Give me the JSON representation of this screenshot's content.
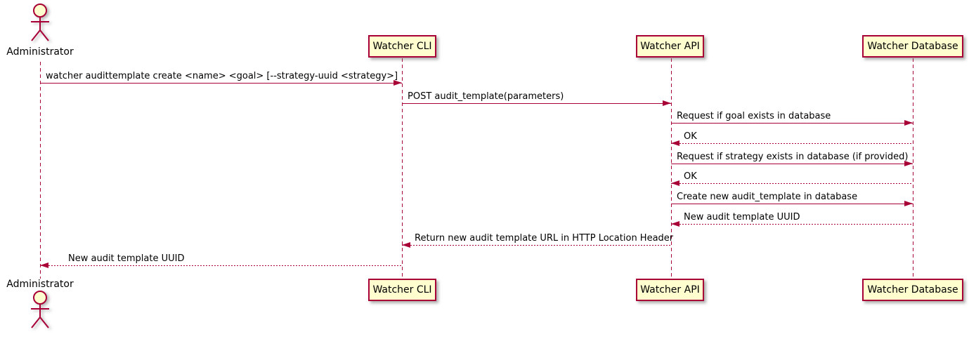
{
  "diagram": {
    "kind": "sequence-diagram",
    "colors": {
      "participant_fill": "#FEFECE",
      "participant_border": "#A80036",
      "line_color": "#A80036",
      "text_color": "#000000"
    },
    "actor": {
      "name": "Administrator"
    },
    "participants": [
      {
        "name": "Watcher CLI"
      },
      {
        "name": "Watcher API"
      },
      {
        "name": "Watcher Database"
      }
    ],
    "messages": [
      {
        "from": "Administrator",
        "to": "Watcher CLI",
        "style": "solid",
        "text": "watcher audittemplate create <name> <goal> [--strategy-uuid <strategy>]"
      },
      {
        "from": "Watcher CLI",
        "to": "Watcher API",
        "style": "solid",
        "text": "POST audit_template(parameters)"
      },
      {
        "from": "Watcher API",
        "to": "Watcher Database",
        "style": "solid",
        "text": "Request if goal exists in database"
      },
      {
        "from": "Watcher Database",
        "to": "Watcher API",
        "style": "dashed",
        "text": "OK"
      },
      {
        "from": "Watcher API",
        "to": "Watcher Database",
        "style": "solid",
        "text": "Request if strategy exists in database (if provided)"
      },
      {
        "from": "Watcher Database",
        "to": "Watcher API",
        "style": "dashed",
        "text": "OK"
      },
      {
        "from": "Watcher API",
        "to": "Watcher Database",
        "style": "solid",
        "text": "Create new audit_template in database"
      },
      {
        "from": "Watcher Database",
        "to": "Watcher API",
        "style": "dashed",
        "text": "New audit template UUID"
      },
      {
        "from": "Watcher API",
        "to": "Watcher CLI",
        "style": "dashed",
        "text": "Return new audit template URL in HTTP Location Header"
      },
      {
        "from": "Watcher CLI",
        "to": "Administrator",
        "style": "dashed",
        "text": "New audit template UUID"
      }
    ]
  }
}
